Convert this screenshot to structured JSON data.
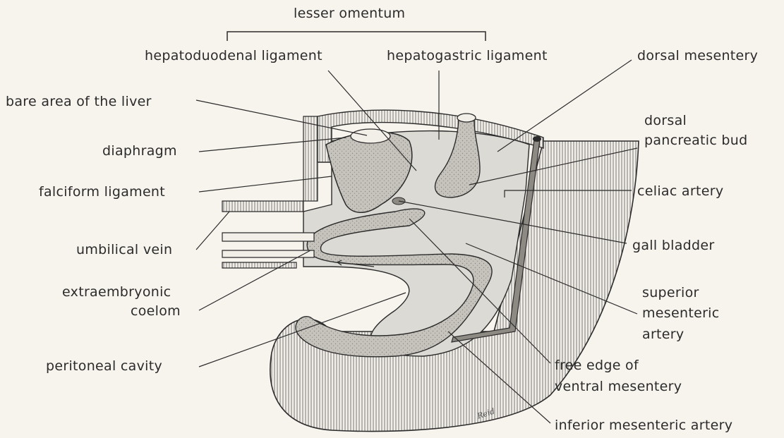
{
  "labels": {
    "lesser_omentum": "lesser omentum",
    "hepatoduodenal_ligament": "hepatoduodenal ligament",
    "hepatogastric_ligament": "hepatogastric ligament",
    "dorsal_mesentery": "dorsal mesentery",
    "bare_area_liver": "bare area of the liver",
    "dorsal_pancreatic_bud_line1": "dorsal",
    "dorsal_pancreatic_bud_line2": "pancreatic bud",
    "diaphragm": "diaphragm",
    "falciform_ligament": "falciform ligament",
    "celiac_artery": "celiac artery",
    "umbilical_vein": "umbilical vein",
    "gall_bladder": "gall bladder",
    "extraembryonic_line1": "extraembryonic",
    "extraembryonic_line2": "coelom",
    "superior_mesenteric_line1": "superior",
    "superior_mesenteric_line2": "mesenteric",
    "superior_mesenteric_line3": "artery",
    "peritoneal_cavity": "peritoneal cavity",
    "free_edge_line1": "free edge of",
    "free_edge_line2": "ventral mesentery",
    "inferior_mesenteric_artery": "inferior mesenteric artery"
  },
  "signature": "Reid",
  "colors": {
    "background": "#f7f4ee",
    "ink": "#2b2b2b",
    "hatch": "#6a6a6a",
    "cavity": "#dcdad5",
    "organ": "#bdbab4"
  }
}
